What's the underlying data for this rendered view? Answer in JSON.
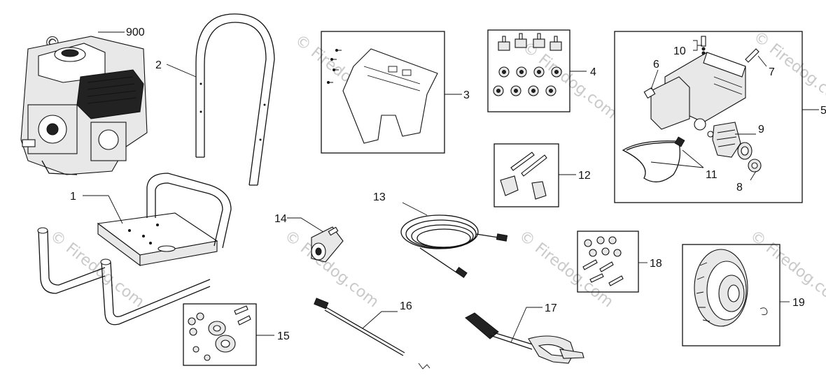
{
  "watermark": {
    "main": "© Firedog.com",
    "small": "© Firedog.com"
  },
  "callouts": {
    "engine": "900",
    "frame": "1",
    "handle": "2",
    "bracket": "3",
    "hardware_kit_4": "4",
    "pump_assembly": "5",
    "pump_part_6": "6",
    "pump_part_7": "7",
    "pump_part_8": "8",
    "pump_part_9": "9",
    "pump_part_10": "10",
    "pump_part_11": "11",
    "hardware_kit_12": "12",
    "hose": "13",
    "detergent_part": "14",
    "hardware_kit_15": "15",
    "wand": "16",
    "spray_gun": "17",
    "hardware_kit_18": "18",
    "wheel": "19"
  }
}
